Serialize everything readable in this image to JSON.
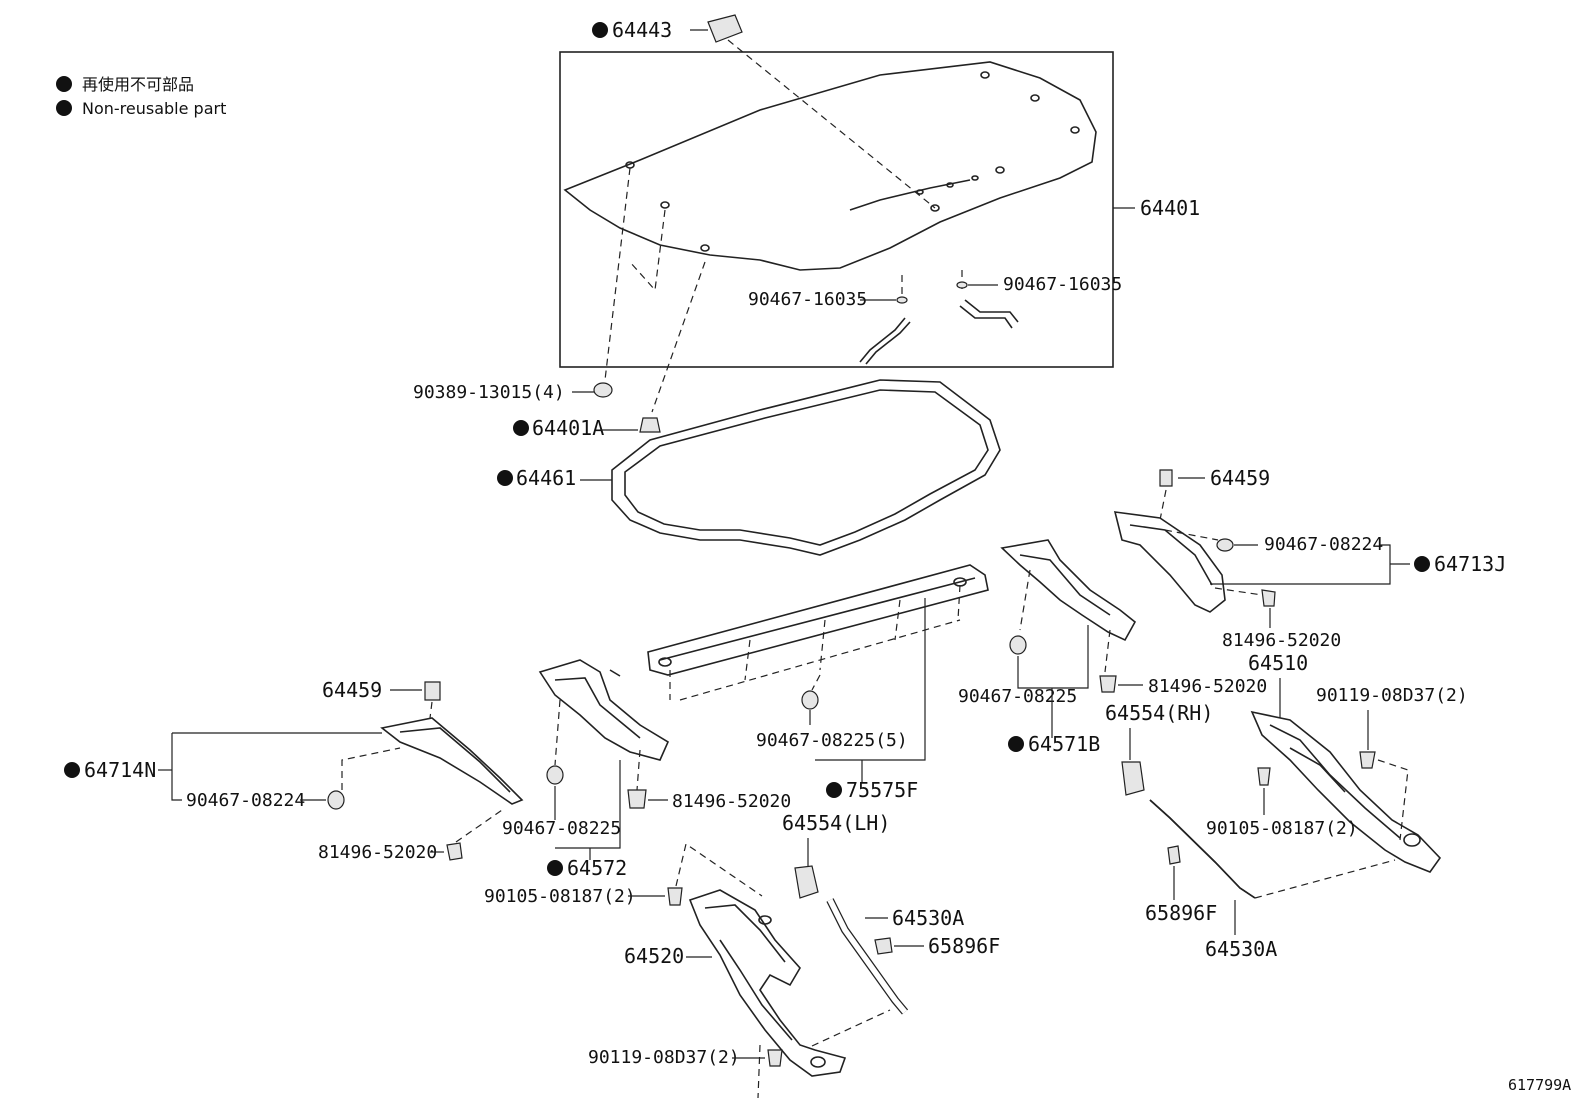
{
  "legend": {
    "line_jp": "再使用不可部品",
    "line_en": "Non-reusable part"
  },
  "labels": {
    "p64443": "64443",
    "p64401": "64401",
    "p90467_16035_a": "90467-16035",
    "p90467_16035_b": "90467-16035",
    "p90389_13015": "90389-13015(4)",
    "p64401A": "64401A",
    "p64461": "64461",
    "p64459_r": "64459",
    "p90467_08224_r": "90467-08224",
    "p64713J": "64713J",
    "p81496_52020_r1": "81496-52020",
    "p64510": "64510",
    "p81496_52020_r2": "81496-52020",
    "p90467_08225_c": "90467-08225",
    "p64554RH": "64554(RH)",
    "p90119_08D37_r": "90119-08D37(2)",
    "p64571B": "64571B",
    "p90467_08225_5": "90467-08225(5)",
    "p75575F": "75575F",
    "p64459_l": "64459",
    "p64714N": "64714N",
    "p90467_08224_l": "90467-08224",
    "p81496_52020_l1": "81496-52020",
    "p81496_52020_l2": "81496-52020",
    "p90467_08225_l": "90467-08225",
    "p64572": "64572",
    "p90105_08187_r": "90105-08187(2)",
    "p64554LH": "64554(LH)",
    "p90105_08187_l": "90105-08187(2)",
    "p64530A_l": "64530A",
    "p65896F_l": "65896F",
    "p65896F_r": "65896F",
    "p64530A_r": "64530A",
    "p64520": "64520",
    "p90119_08D37_l": "90119-08D37(2)",
    "ref": "617799A"
  }
}
